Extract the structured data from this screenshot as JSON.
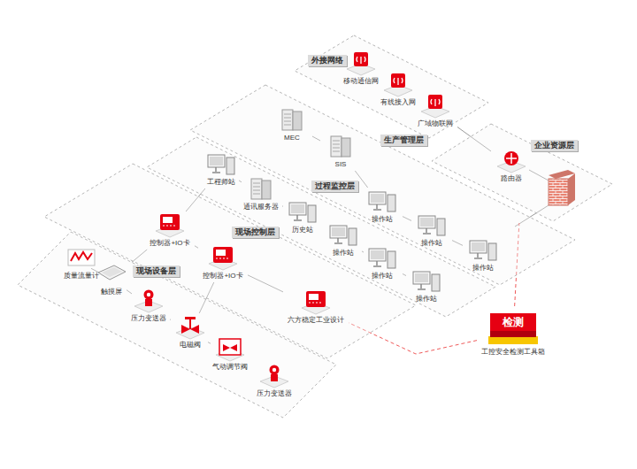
{
  "diagram": {
    "nodes": [
      {
        "text": [
          "外接网络"
        ]
      },
      {
        "text": [
          "移动通信网"
        ],
        "in": 0
      },
      {
        "text": [
          "有线接入网"
        ],
        "in": 0
      },
      {
        "text": [
          "广域物联网"
        ],
        "in": 0
      },
      {
        "text": [
          "企业资源层"
        ]
      },
      {
        "text": [
          "路由器"
        ],
        "in": 4
      },
      {
        "text": [
          "生产管理层"
        ]
      },
      {
        "text": [
          "MEC"
        ],
        "in": 6
      },
      {
        "text": [
          "SIS"
        ],
        "in": 6
      },
      {
        "text": [
          "操作站"
        ],
        "in": 6
      },
      {
        "text": [
          "操作站"
        ],
        "in": 6
      },
      {
        "text": [
          "操作站"
        ],
        "in": 6
      },
      {
        "text": [
          "过程监控层"
        ]
      },
      {
        "text": [
          "工程师站"
        ],
        "in": 12
      },
      {
        "text": [
          "通讯服务器"
        ],
        "in": 12
      },
      {
        "text": [
          "历史站"
        ],
        "in": 12
      },
      {
        "text": [
          "操作站"
        ],
        "in": 12
      },
      {
        "text": [
          "操作站"
        ],
        "in": 12
      },
      {
        "text": [
          "操作站"
        ],
        "in": 12
      },
      {
        "text": [
          "现场控制层"
        ]
      },
      {
        "text": [
          "控制器+IO卡"
        ],
        "in": 19
      },
      {
        "text": [
          "控制器+IO卡"
        ],
        "in": 19
      },
      {
        "text": [
          "六方稳定工业设计"
        ],
        "in": 19
      },
      {
        "text": [
          "现场设备层"
        ]
      },
      {
        "text": [
          "质量流量计"
        ],
        "in": 23
      },
      {
        "text": [
          "触摸屏"
        ],
        "in": 23
      },
      {
        "text": [
          "压力变送器"
        ],
        "in": 23
      },
      {
        "text": [
          "电磁阀"
        ],
        "in": 23
      },
      {
        "text": [
          "气动调节阀"
        ],
        "in": 23
      },
      {
        "text": [
          "压力变送器"
        ],
        "in": 23
      },
      {
        "text": [
          "检测",
          "工控安全检测工具箱"
        ]
      }
    ],
    "edges": [
      {
        "from": 3,
        "to": 5,
        "arrow": "none"
      },
      {
        "from": 7,
        "to": 8,
        "arrow": "none"
      },
      {
        "from": 8,
        "to": 9,
        "arrow": "none"
      },
      {
        "from": 9,
        "to": 10,
        "arrow": "none"
      },
      {
        "from": 10,
        "to": 11,
        "arrow": "none"
      },
      {
        "from": 13,
        "to": 14,
        "arrow": "none"
      },
      {
        "from": 14,
        "to": 15,
        "arrow": "none"
      },
      {
        "from": 15,
        "to": 16,
        "arrow": "none"
      },
      {
        "from": 16,
        "to": 17,
        "arrow": "none"
      },
      {
        "from": 17,
        "to": 18,
        "arrow": "none"
      },
      {
        "from": 13,
        "to": 20,
        "arrow": "none"
      },
      {
        "from": 20,
        "to": 21,
        "arrow": "none"
      },
      {
        "from": 21,
        "to": 22,
        "arrow": "none"
      },
      {
        "from": 20,
        "to": 25,
        "arrow": "none"
      },
      {
        "from": 21,
        "to": 27,
        "arrow": "none"
      },
      {
        "from": 24,
        "to": 25,
        "arrow": "none"
      },
      {
        "from": 25,
        "to": 26,
        "arrow": "none"
      },
      {
        "from": 26,
        "to": 27,
        "arrow": "none"
      },
      {
        "from": 27,
        "to": 28,
        "arrow": "none"
      },
      {
        "from": 28,
        "to": 29,
        "arrow": "none"
      },
      {
        "from": 30,
        "to": 22,
        "arrow": "none"
      },
      {
        "from": 30,
        "to": 4,
        "arrow": "none"
      }
    ]
  }
}
